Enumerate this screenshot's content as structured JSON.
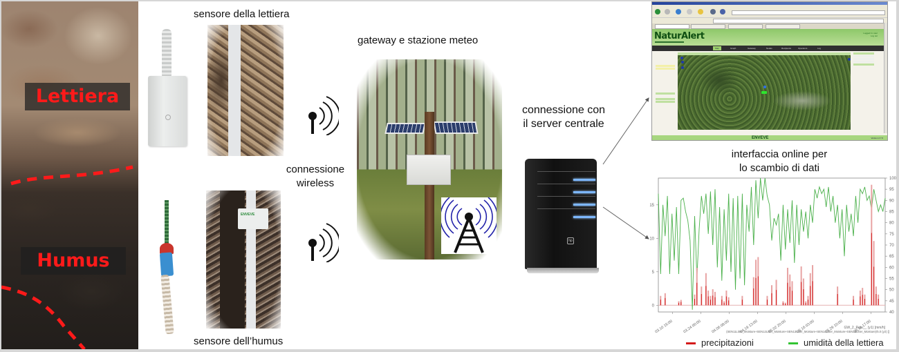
{
  "labels": {
    "soil_litter": "Lettiera",
    "soil_humus": "Humus",
    "litter_sensor": "sensore della lettiera",
    "humus_sensor": "sensore dell’humus",
    "wireless": "connessione\nwireless",
    "gateway": "gateway e stazione meteo",
    "server": "connessione con\nil server centrale",
    "online_interface": "interfaccia online per\nlo scambio di dati",
    "humus_box_brand": "ENVEVE"
  },
  "icons": {
    "antenna_1": "wireless-antenna-icon",
    "antenna_2": "wireless-antenna-icon",
    "tower": "radio-tower-icon",
    "arrow_up": "arrow-icon",
    "arrow_down": "arrow-icon"
  },
  "webui": {
    "brand": "NaturAlert",
    "nav": [
      "Map",
      "Graph",
      "Gateway",
      "Nodes",
      "Recipients",
      "Operators",
      "Log"
    ],
    "active_nav": "Map",
    "login_line1": "Logged in: user",
    "login_line2": "Log out",
    "footer_logo": "ENVEVE",
    "footer_version": "Version 2.7.0"
  },
  "colors": {
    "rain": "#d41a1a",
    "rain_fill": "#e8a3a3",
    "moisture": "#33c433",
    "moisture_line": "#4ab04a",
    "annotation_red": "#ff1a1a",
    "brand_green": "#0f4f12"
  },
  "legend": {
    "rain": "precipitazioni",
    "moisture": "umidità della lettiera"
  },
  "chart_data": {
    "type": "line",
    "title": "",
    "xlabel": "",
    "y_left_label": "",
    "y_right_label": "",
    "x_tick_labels": [
      "03.10 16:00",
      "03.24 00:00",
      "04.06 08:00",
      "04.19 13:00",
      "05.02 20:00",
      "05.16 03:00",
      "05.29 10:00",
      "06.11 17:00"
    ],
    "y_left_ticks": [
      0,
      5,
      10,
      15
    ],
    "y_left_range": [
      -1,
      19
    ],
    "y_right_ticks": [
      40,
      45,
      50,
      55,
      60,
      65,
      70,
      75,
      80,
      85,
      90,
      95,
      100
    ],
    "y_right_range": [
      40,
      100
    ],
    "footer_line1": "GW_2_Rain__ (y1) [mm/h]",
    "footer_line2": "(SEN11Litter_Moisture+SEN12Litter_Moisture+SEN13Litter_Moisture+SEN14Litter_Moisture+SEN15Litter_Moisture)/5.0 (y2) []",
    "series": [
      {
        "name": "precipitazioni",
        "axis": "left",
        "x": [
          0.01,
          0.03,
          0.09,
          0.1,
          0.16,
          0.17,
          0.19,
          0.21,
          0.22,
          0.23,
          0.24,
          0.25,
          0.28,
          0.29,
          0.3,
          0.31,
          0.37,
          0.42,
          0.43,
          0.44,
          0.48,
          0.5,
          0.52,
          0.55,
          0.56,
          0.57,
          0.58,
          0.59,
          0.63,
          0.64,
          0.65,
          0.66,
          0.67,
          0.68,
          0.79,
          0.86,
          0.89,
          0.9,
          0.91,
          0.94,
          0.95,
          0.96,
          0.97
        ],
        "values": [
          1.4,
          1.8,
          0.6,
          0.8,
          1.6,
          5.6,
          2.8,
          4.8,
          2.2,
          1.4,
          2.4,
          2.0,
          1.4,
          0.6,
          2.2,
          1.2,
          1.4,
          4.2,
          6.8,
          7.2,
          1.4,
          3.0,
          3.8,
          0.6,
          0.4,
          5.6,
          4.6,
          3.6,
          5.8,
          4.0,
          0.6,
          1.4,
          4.8,
          6.0,
          2.8,
          1.4,
          2.2,
          2.6,
          1.6,
          18.0,
          9.6,
          2.8,
          1.6
        ]
      },
      {
        "name": "umidità della lettiera",
        "axis": "right",
        "x": [
          0.0,
          0.01,
          0.02,
          0.03,
          0.04,
          0.05,
          0.06,
          0.07,
          0.08,
          0.09,
          0.1,
          0.11,
          0.12,
          0.13,
          0.14,
          0.15,
          0.16,
          0.17,
          0.18,
          0.19,
          0.2,
          0.21,
          0.22,
          0.23,
          0.24,
          0.25,
          0.26,
          0.27,
          0.28,
          0.29,
          0.3,
          0.31,
          0.32,
          0.33,
          0.34,
          0.35,
          0.36,
          0.37,
          0.38,
          0.39,
          0.4,
          0.41,
          0.42,
          0.43,
          0.44,
          0.45,
          0.46,
          0.47,
          0.48,
          0.49,
          0.5,
          0.51,
          0.52,
          0.53,
          0.54,
          0.55,
          0.56,
          0.57,
          0.58,
          0.59,
          0.6,
          0.61,
          0.62,
          0.63,
          0.64,
          0.65,
          0.66,
          0.67,
          0.68,
          0.69,
          0.7,
          0.71,
          0.72,
          0.73,
          0.74,
          0.75,
          0.76,
          0.77,
          0.78,
          0.79,
          0.8,
          0.81,
          0.82,
          0.83,
          0.84,
          0.85,
          0.86,
          0.87,
          0.88,
          0.89,
          0.9,
          0.91,
          0.92,
          0.93,
          0.94,
          0.95,
          0.96,
          0.97,
          0.98,
          0.99,
          1.0
        ],
        "values": [
          93,
          57,
          88,
          74,
          92,
          57,
          84,
          63,
          87,
          57,
          90,
          91,
          85,
          81,
          72,
          41,
          83,
          55,
          77,
          92,
          84,
          93,
          75,
          94,
          70,
          95,
          60,
          87,
          54,
          86,
          63,
          93,
          58,
          91,
          50,
          92,
          55,
          93,
          52,
          88,
          76,
          96,
          70,
          99,
          82,
          100,
          90,
          100,
          92,
          88,
          72,
          82,
          79,
          84,
          63,
          88,
          68,
          86,
          71,
          90,
          62,
          88,
          70,
          86,
          76,
          85,
          73,
          88,
          80,
          95,
          91,
          96,
          93,
          95,
          87,
          96,
          85,
          92,
          80,
          88,
          73,
          86,
          65,
          88,
          76,
          84,
          74,
          92,
          80,
          95,
          93,
          96,
          90,
          92,
          86,
          95,
          90,
          85,
          88,
          85,
          91
        ]
      }
    ]
  }
}
